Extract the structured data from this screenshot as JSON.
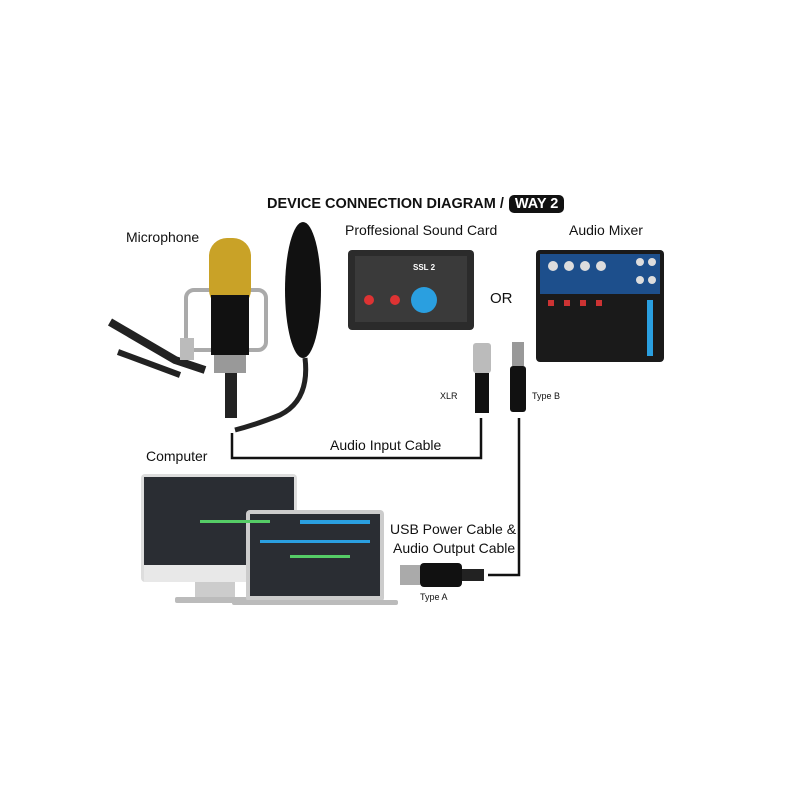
{
  "title": {
    "text": "DEVICE CONNECTION DIAGRAM /",
    "badge": "WAY 2"
  },
  "devices": {
    "microphone": "Microphone",
    "sound_card": "Proffesional Sound Card",
    "or": "OR",
    "mixer": "Audio Mixer",
    "computer": "Computer"
  },
  "connectors": {
    "xlr": "XLR",
    "type_b": "Type B",
    "type_a": "Type A"
  },
  "cables": {
    "audio_input": "Audio Input Cable",
    "usb_line1": "USB Power Cable &",
    "usb_line2": "Audio Output Cable"
  },
  "colors": {
    "mic_gold": "#c9a227",
    "knob_blue": "#2a9fe0",
    "cable": "#111111",
    "mixer_blue": "#1d4f8c"
  }
}
